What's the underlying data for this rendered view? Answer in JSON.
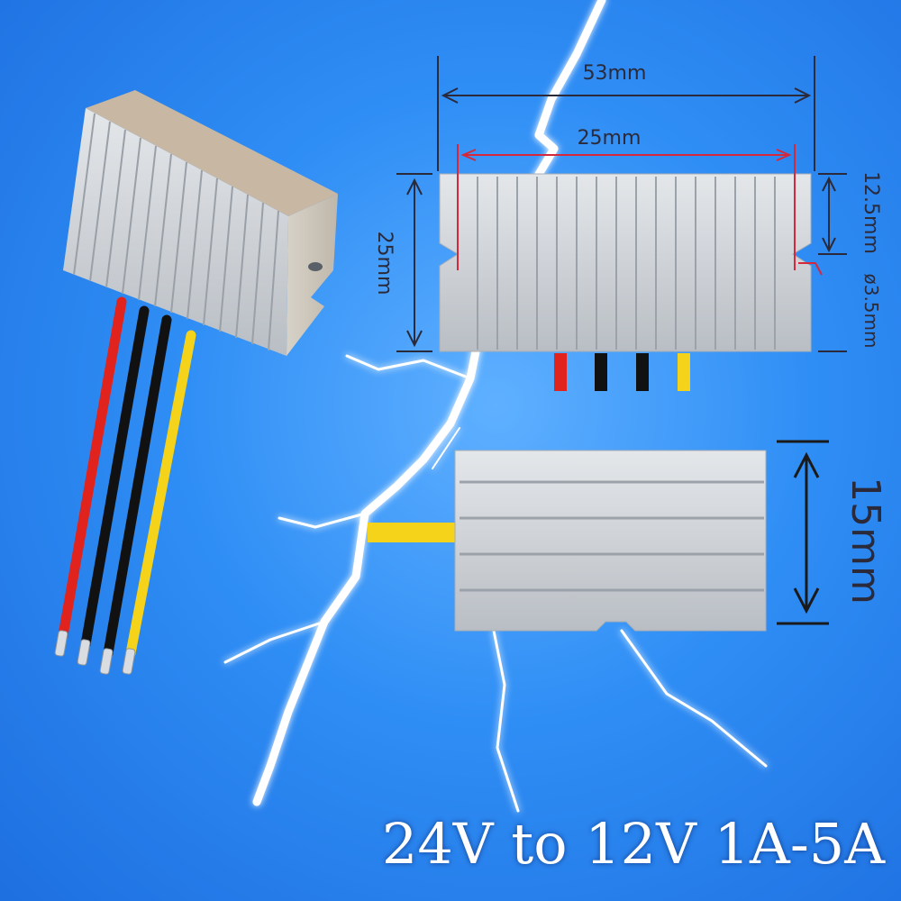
{
  "product": {
    "caption": "24V to 12V 1A-5A",
    "wire_colors": [
      "#e0231d",
      "#111111",
      "#111111",
      "#f4d31a"
    ]
  },
  "dimensions": {
    "top_length": "53mm",
    "hole_spacing": "25mm",
    "width": "25mm",
    "half_width": "12.5mm",
    "hole_diameter": "ø3.5mm",
    "height": "15mm"
  },
  "colors": {
    "background": "#2f8ef5",
    "lightning": "#ffffff",
    "aluminium": "#c9cdd2",
    "dimension_line_red": "#d6283a"
  }
}
